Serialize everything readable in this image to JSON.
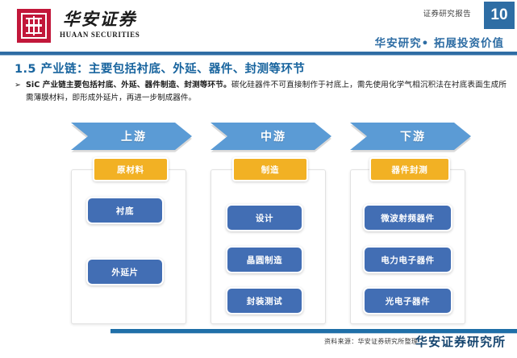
{
  "header": {
    "logo_cn": "华安证券",
    "logo_en": "HUAAN SECURITIES",
    "report_kicker": "证券研究报告",
    "page_number": "10",
    "tagline": "华安研究• 拓展投资价值",
    "accent_color": "#2e6da4",
    "logo_color": "#c2173a"
  },
  "section": {
    "title": "1.5 产业链：主要包括衬底、外延、器件、封测等环节"
  },
  "bullet": {
    "marker": "➢",
    "lead": "SiC 产业链主要包括衬底、外延、器件制造、封测等环节。",
    "rest": "碳化硅器件不可直接制作于衬底上，需先使用化学气相沉积法在衬底表面生成所需薄膜材料，即形成外延片，再进一步制成器件。"
  },
  "diagram": {
    "chevron_color": "#5b9bd5",
    "header_color": "#f2b124",
    "node_color": "#426eb4",
    "stages": [
      {
        "chevron_label": "上游",
        "header_label": "原材料",
        "nodes": [
          "衬底",
          "外延片"
        ]
      },
      {
        "chevron_label": "中游",
        "header_label": "制造",
        "nodes": [
          "设计",
          "晶圆制造",
          "封装测试"
        ]
      },
      {
        "chevron_label": "下游",
        "header_label": "器件封测",
        "nodes": [
          "微波射频器件",
          "电力电子器件",
          "光电子器件"
        ]
      }
    ]
  },
  "footer": {
    "source": "资料来源：华安证券研究所整理",
    "brand": "华安证券研究所"
  }
}
